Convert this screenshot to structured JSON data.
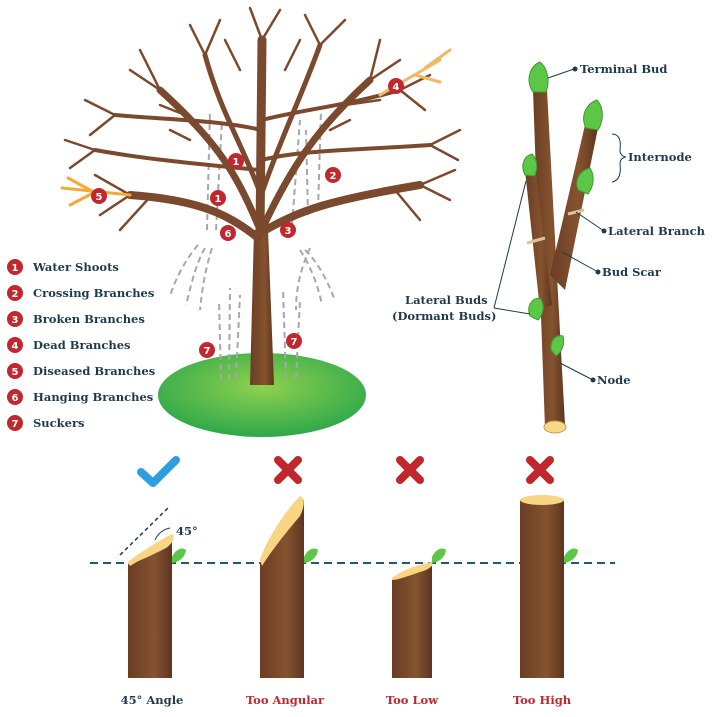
{
  "tree_badges": [
    "1",
    "2",
    "3",
    "4",
    "5",
    "6",
    "7"
  ],
  "legend": [
    {
      "num": "1",
      "label": "Water Shoots"
    },
    {
      "num": "2",
      "label": "Crossing Branches"
    },
    {
      "num": "3",
      "label": "Broken Branches"
    },
    {
      "num": "4",
      "label": "Dead Branches"
    },
    {
      "num": "5",
      "label": "Diseased Branches"
    },
    {
      "num": "6",
      "label": "Hanging Branches"
    },
    {
      "num": "7",
      "label": "Suckers"
    }
  ],
  "branch_labels": {
    "terminal_bud": "Terminal Bud",
    "internode": "Internode",
    "lateral_branch": "Lateral Branch",
    "bud_scar": "Bud Scar",
    "lateral_buds_line1": "Lateral Buds",
    "lateral_buds_line2": "(Dormant Buds)",
    "node": "Node"
  },
  "cuts": {
    "angle_mark": "45°",
    "items": [
      {
        "label": "45° Angle",
        "status": "correct"
      },
      {
        "label": "Too Angular",
        "status": "wrong"
      },
      {
        "label": "Too Low",
        "status": "wrong"
      },
      {
        "label": "Too High",
        "status": "wrong"
      }
    ]
  },
  "colors": {
    "bark": "#7b4a2e",
    "bark_dark": "#5e3620",
    "dead_branch": "#f0b86a",
    "diseased_branch": "#f3a93c",
    "grass": "#39b54a",
    "leaf_bud": "#5cc646",
    "badge_red": "#c0282d",
    "label_navy": "#1f3a4d",
    "check_blue": "#2f9ee0",
    "wrong_red": "#c0282d",
    "dashed_line": "#1f5a6e"
  }
}
